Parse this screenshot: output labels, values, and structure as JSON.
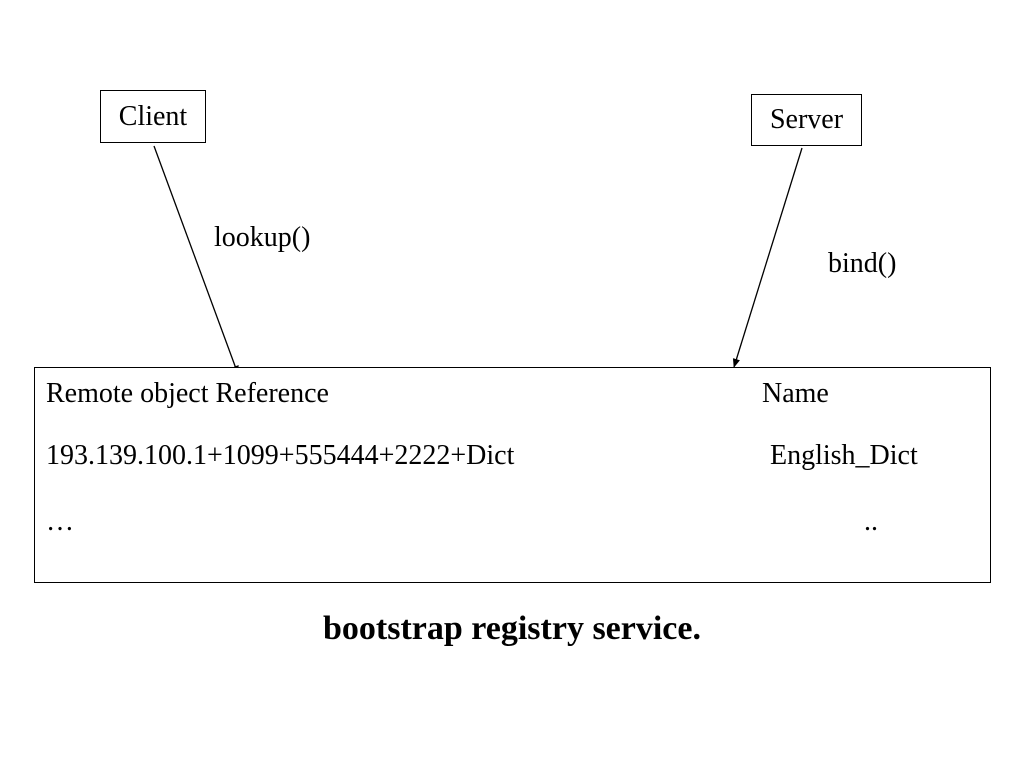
{
  "diagram": {
    "client_label": "Client",
    "server_label": "Server",
    "lookup_label": "lookup()",
    "bind_label": "bind()",
    "table": {
      "columns": [
        "Remote object Reference",
        "Name"
      ],
      "rows": [
        [
          "193.139.100.1+1099+555444+2222+Dict",
          "English_Dict"
        ],
        [
          "…",
          ".."
        ]
      ]
    },
    "caption": "bootstrap registry service."
  }
}
